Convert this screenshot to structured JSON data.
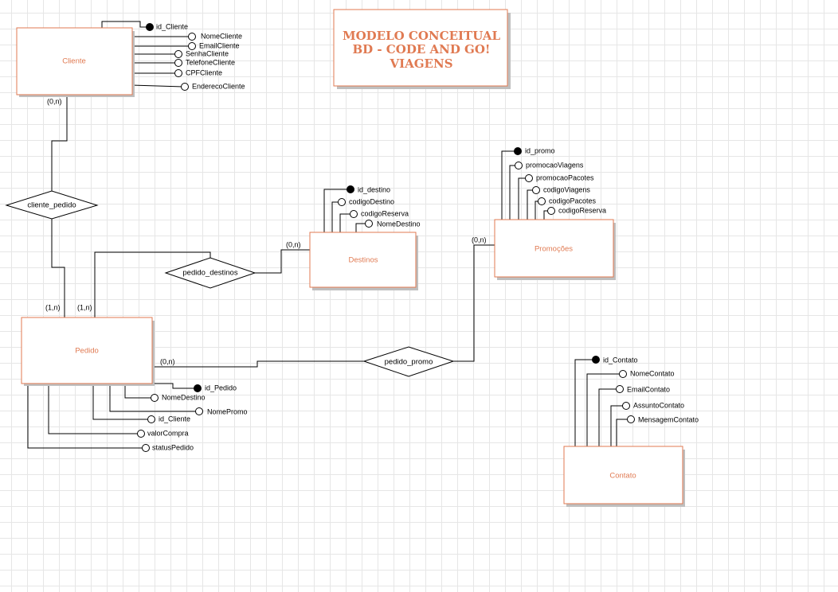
{
  "title": {
    "lines": [
      "MODELO CONCEITUAL",
      "BD - CODE AND GO!",
      "VIAGENS"
    ],
    "color": "#e07a52"
  },
  "entities": {
    "cliente": "Cliente",
    "pedido": "Pedido",
    "destinos": "Destinos",
    "promocoes": "Promoções",
    "contato": "Contato"
  },
  "relationships": {
    "cliente_pedido": "cliente_pedido",
    "pedido_destinos": "pedido_destinos",
    "pedido_promo": "pedido_promo"
  },
  "cardinalities": {
    "cliente_side": "(0,n)",
    "pedido_cliente_side": "(1,n)",
    "pedido_destinos_side": "(1,n)",
    "destinos_side": "(0,n)",
    "pedido_promo_side": "(0,n)",
    "promocoes_side": "(0,n)"
  },
  "attributes": {
    "cliente": [
      {
        "label": "id_Cliente",
        "key": true
      },
      {
        "label": "NomeCliente",
        "key": false
      },
      {
        "label": "EmailCliente",
        "key": false
      },
      {
        "label": "SenhaCliente",
        "key": false
      },
      {
        "label": "TelefoneCliente",
        "key": false
      },
      {
        "label": "CPFCliente",
        "key": false
      },
      {
        "label": "EnderecoCliente",
        "key": false
      }
    ],
    "pedido": [
      {
        "label": "id_Pedido",
        "key": true
      },
      {
        "label": "NomeDestino",
        "key": false
      },
      {
        "label": "NomePromo",
        "key": false
      },
      {
        "label": "id_Cliente",
        "key": false
      },
      {
        "label": "valorCompra",
        "key": false
      },
      {
        "label": "statusPedido",
        "key": false
      }
    ],
    "destinos": [
      {
        "label": "id_destino",
        "key": true
      },
      {
        "label": "codigoDestino",
        "key": false
      },
      {
        "label": "codigoReserva",
        "key": false
      },
      {
        "label": "NomeDestino",
        "key": false
      }
    ],
    "promocoes": [
      {
        "label": "id_promo",
        "key": true
      },
      {
        "label": "promocaoViagens",
        "key": false
      },
      {
        "label": "promocaoPacotes",
        "key": false
      },
      {
        "label": "codigoViagens",
        "key": false
      },
      {
        "label": "codigoPacotes",
        "key": false
      },
      {
        "label": "codigoReserva",
        "key": false
      }
    ],
    "contato": [
      {
        "label": "id_Contato",
        "key": true
      },
      {
        "label": "NomeContato",
        "key": false
      },
      {
        "label": "EmailContato",
        "key": false
      },
      {
        "label": "AssuntoContato",
        "key": false
      },
      {
        "label": "MensagemContato",
        "key": false
      }
    ]
  }
}
